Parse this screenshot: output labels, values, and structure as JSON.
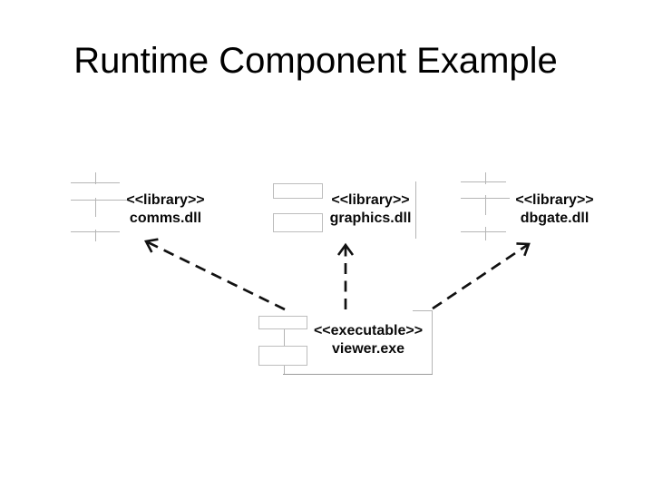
{
  "slide": {
    "title": "Runtime Component Example",
    "background_color": "#ffffff"
  },
  "diagram": {
    "type": "uml-component-diagram",
    "components": [
      {
        "id": "comms",
        "stereotype": "<<library>>",
        "name": "comms.dll",
        "icon": "uml-component-icon"
      },
      {
        "id": "graphics",
        "stereotype": "<<library>>",
        "name": "graphics.dll",
        "icon": "uml-component-icon"
      },
      {
        "id": "dbgate",
        "stereotype": "<<library>>",
        "name": "dbgate.dll",
        "icon": "uml-component-icon"
      },
      {
        "id": "viewer",
        "stereotype": "<<executable>>",
        "name": "viewer.exe",
        "icon": "uml-component-icon"
      }
    ],
    "dependencies": [
      {
        "from": "viewer.exe",
        "to": "comms.dll",
        "line_style": "dashed",
        "arrowhead": "open"
      },
      {
        "from": "viewer.exe",
        "to": "graphics.dll",
        "line_style": "dashed",
        "arrowhead": "open"
      },
      {
        "from": "viewer.exe",
        "to": "dbgate.dll",
        "line_style": "dashed",
        "arrowhead": "open"
      }
    ],
    "colors": {
      "icon_stroke": "#b5b5b5",
      "arrow_stroke": "#111111",
      "label_text": "#0a0a0a",
      "title_text": "#000000"
    }
  }
}
